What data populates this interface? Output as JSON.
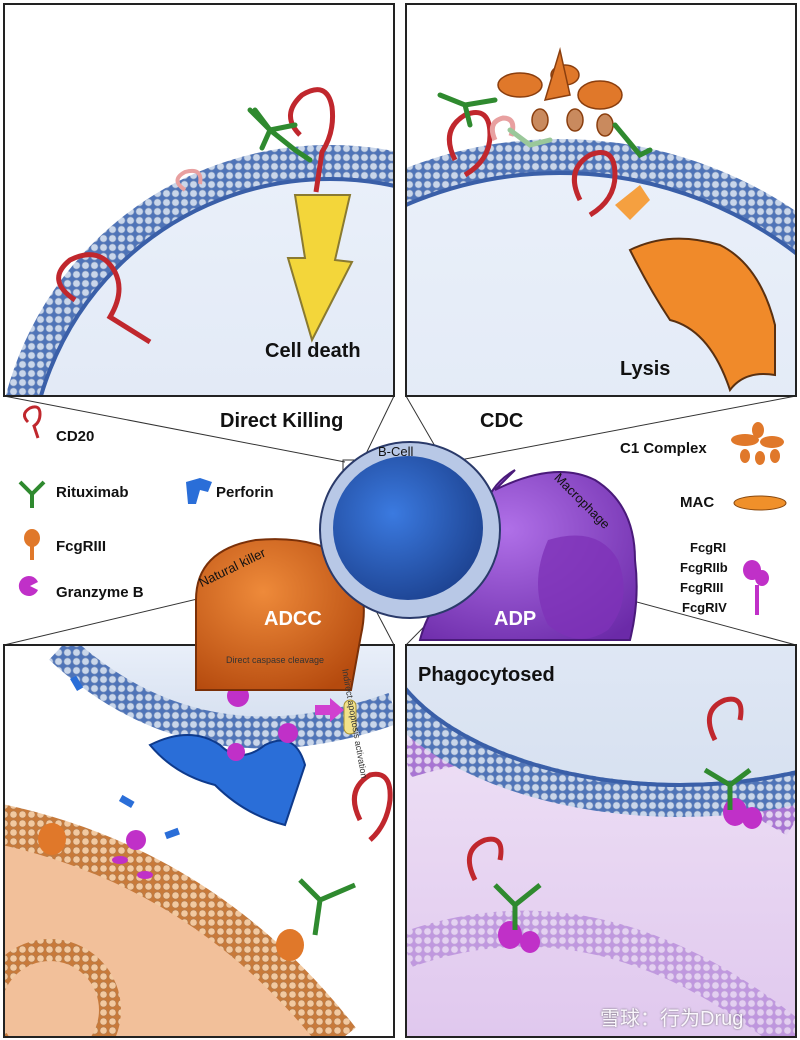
{
  "panels": {
    "direct_killing": {
      "caption": "Cell death",
      "label": "Direct Killing"
    },
    "cdc": {
      "caption": "Lysis",
      "label": "CDC"
    },
    "adcc": {
      "label": "ADCC",
      "note1": "Direct caspase cleavage",
      "note2": "Indirect apoptosis activation"
    },
    "adp": {
      "label": "ADP",
      "caption": "Phagocytosed"
    }
  },
  "cells": {
    "bcell": "B-Cell",
    "nk": "Natural killer",
    "macrophage": "Macrophage"
  },
  "legend_left": [
    {
      "label": "CD20",
      "icon": "cd20-icon"
    },
    {
      "label": "Rituximab",
      "icon": "rituximab-icon"
    },
    {
      "label": "FcgRIII",
      "icon": "fcgr3-icon"
    },
    {
      "label": "Granzyme B",
      "icon": "granzyme-icon"
    }
  ],
  "legend_mid": {
    "label": "Perforin",
    "icon": "perforin-icon"
  },
  "legend_right": {
    "c1": "C1 Complex",
    "mac": "MAC",
    "fcgr_list": [
      "FcgRI",
      "FcgRIIb",
      "FcgRIII",
      "FcgRIV"
    ]
  },
  "watermark": "雪球：行为Drug",
  "colors": {
    "membrane_blue": "#3a5fa8",
    "membrane_purple": "#9b5fc8",
    "membrane_orange": "#d88a3e",
    "cd20": "#c0272d",
    "rituximab": "#2f8a2f",
    "fcgr": "#e0782a",
    "granzyme": "#c030c8",
    "perforin": "#2a6ed8",
    "bcell": "#3266c0",
    "nk": "#d9681a",
    "macrophage": "#8e3fc8",
    "arrow": "#f3d63a"
  }
}
